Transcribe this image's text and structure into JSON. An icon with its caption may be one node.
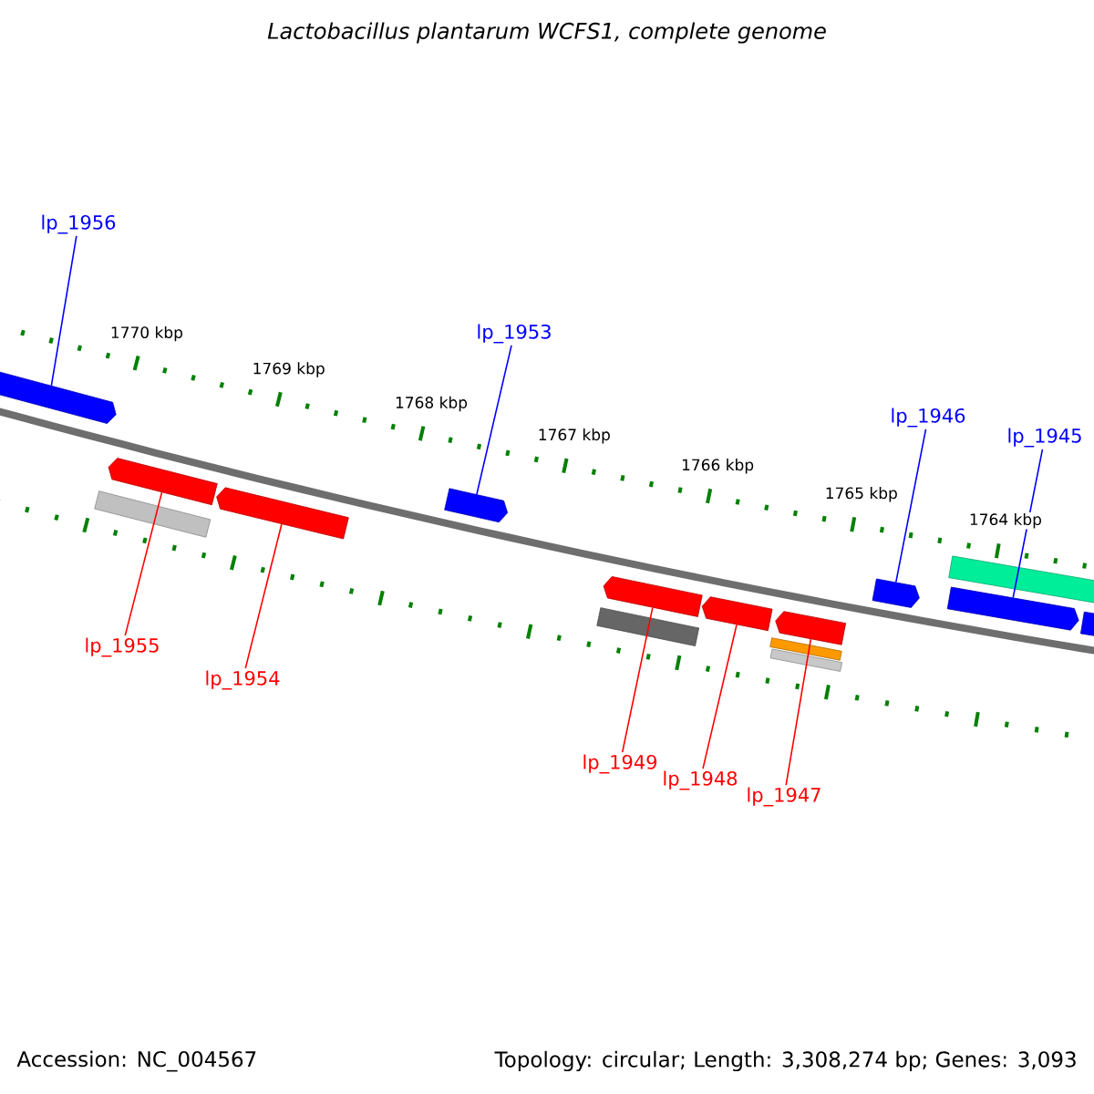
{
  "diagram": {
    "title": "Lactobacillus plantarum WCFS1, complete genome",
    "nodes": [
      {
        "text": [
          "lp_1956"
        ]
      },
      {
        "text": [
          "lp_1953"
        ]
      },
      {
        "text": [
          "lp_1946"
        ]
      },
      {
        "text": [
          "lp_1945"
        ]
      },
      {
        "text": [],
        "shape": "arrow"
      },
      {
        "text": [],
        "shape": "arrow"
      },
      {
        "text": [],
        "shape": "bar"
      },
      {
        "text": [],
        "shape": "arrow"
      },
      {
        "text": [],
        "shape": "arrow"
      },
      {
        "text": [],
        "shape": "arrow"
      },
      {
        "text": [],
        "shape": "bar"
      },
      {
        "text": [],
        "shape": "arrow"
      },
      {
        "text": [],
        "shape": "arrow"
      },
      {
        "text": [],
        "shape": "bar"
      },
      {
        "text": [],
        "shape": "bar"
      },
      {
        "text": [],
        "shape": "arrow"
      },
      {
        "text": [],
        "shape": "bar"
      },
      {
        "text": [],
        "shape": "arrow"
      },
      {
        "text": [],
        "shape": "arrow"
      },
      {
        "text": [
          "lp_1955"
        ]
      },
      {
        "text": [
          "lp_1954"
        ]
      },
      {
        "text": [
          "lp_1949"
        ]
      },
      {
        "text": [
          "lp_1948"
        ]
      },
      {
        "text": [
          "lp_1947"
        ]
      }
    ],
    "edges": [
      {
        "from": 0,
        "to": 4,
        "arrow": "none",
        "color": "#0000ff"
      },
      {
        "from": 1,
        "to": 8,
        "arrow": "none",
        "color": "#0000ff"
      },
      {
        "from": 2,
        "to": 15,
        "arrow": "none",
        "color": "#0000ff"
      },
      {
        "from": 3,
        "to": 17,
        "arrow": "none",
        "color": "#0000ff"
      },
      {
        "from": 19,
        "to": 5,
        "arrow": "none"
      },
      {
        "from": 20,
        "to": 7,
        "arrow": "none"
      },
      {
        "from": 21,
        "to": 9,
        "arrow": "none"
      },
      {
        "from": 22,
        "to": 11,
        "arrow": "none"
      },
      {
        "from": 23,
        "to": 12,
        "arrow": "none"
      }
    ],
    "labels": [
      "1770 kbp",
      "1769 kbp",
      "1768 kbp",
      "1767 kbp",
      "1766 kbp",
      "1765 kbp",
      "1764 kbp",
      "Accession: NC_004567",
      "Topology: circular; Length: 3,308,274 bp; Genes: 3,093"
    ]
  }
}
